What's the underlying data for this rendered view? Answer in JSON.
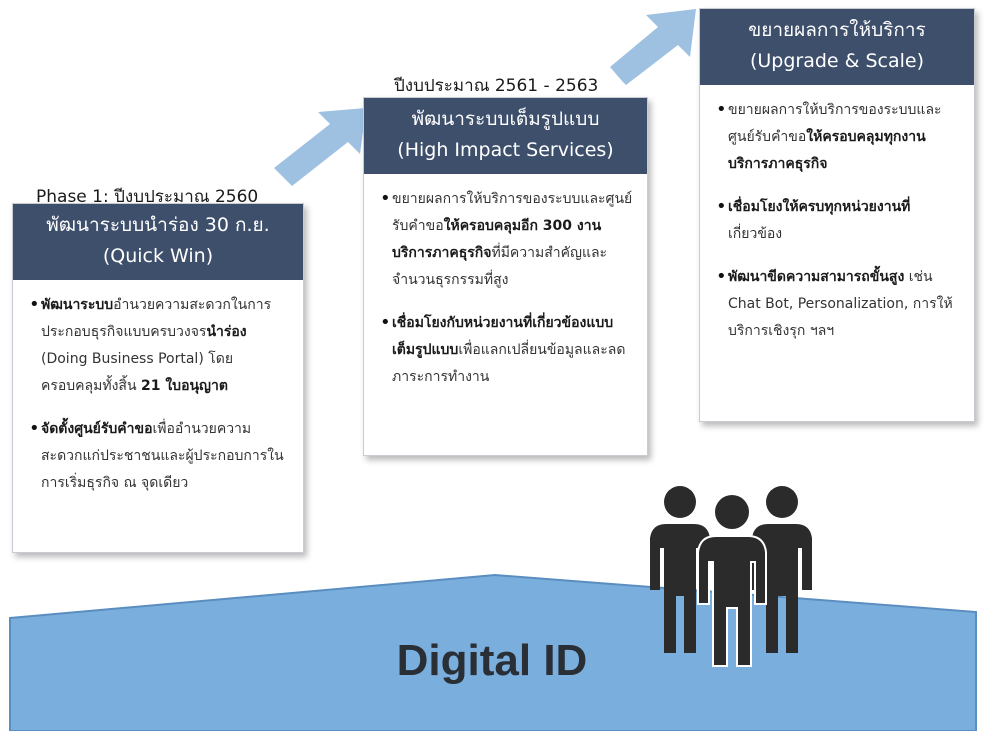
{
  "phase1": {
    "label": "Phase 1: ปีงบประมาณ 2560",
    "title_line1": "พัฒนาระบบนำร่อง 30 ก.ย.",
    "title_line2": "(Quick Win)",
    "bullets": [
      {
        "bold": "พัฒนาระบบ",
        "text": "อำนวยความสะดวกในการประกอบธุรกิจแบบครบวงจร",
        "bold2": "นำร่อง",
        "text2": " (Doing Business Portal) โดยครอบคลุมทั้งสิ้น ",
        "bold3": "21 ใบอนุญาต"
      },
      {
        "bold": "จัดตั้งศูนย์รับคำขอ",
        "text": "เพื่ออำนวยความสะดวกแก่ประชาชนและผู้ประกอบการในการเริ่มธุรกิจ ณ จุดเดียว"
      }
    ]
  },
  "phase2": {
    "label": "ปีงบประมาณ 2561 - 2563",
    "title_line1": "พัฒนาระบบเต็มรูปแบบ",
    "title_line2": "(High Impact Services)",
    "bullets": [
      {
        "text": "ขยายผลการให้บริการของระบบและศูนย์รับคำขอ",
        "bold": "ให้ครอบคลุมอีก 300 งานบริการภาคธุรกิจ",
        "text2": "ที่มีความสำคัญและจำนวนธุรกรรมที่สูง"
      },
      {
        "bold": "เชื่อมโยงกับหน่วยงานที่เกี่ยวข้องแบบเต็มรูปแบบ",
        "text": "เพื่อแลกเปลี่ยนข้อมูลและลดภาระการทำงาน"
      }
    ]
  },
  "phase3": {
    "title_line1": "ขยายผลการให้บริการ",
    "title_line2": "(Upgrade & Scale)",
    "bullets": [
      {
        "text": "ขยายผลการให้บริการของระบบและศูนย์รับคำขอ",
        "bold": "ให้ครอบคลุมทุกงานบริการภาคธุรกิจ"
      },
      {
        "bold": "เชื่อมโยงให้ครบทุกหน่วยงานที่",
        "text": "เกี่ยวข้อง"
      },
      {
        "bold": "พัฒนาขีดความสามารถขั้นสูง",
        "text": " เช่น Chat Bot, Personalization, การให้บริการเชิงรุก ฯลฯ"
      }
    ]
  },
  "foundation": {
    "label": "Digital ID",
    "color": "#7aaedd",
    "figure_color": "#2b2b2b"
  },
  "arrow_color": "#9ec1e2",
  "header_color": "#3e4f6c"
}
